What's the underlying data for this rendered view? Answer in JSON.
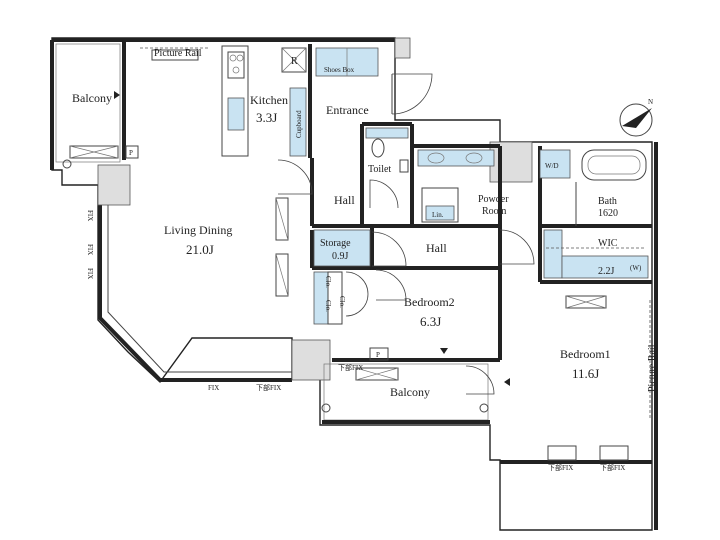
{
  "compass_label": "N",
  "rooms": {
    "balcony_left": "Balcony",
    "picture_rail_top": "Picture Rail",
    "kitchen": {
      "name": "Kitchen",
      "area": "3.3J"
    },
    "cupboard": "Cupboard",
    "shoes_box": "Shoes Box",
    "entrance": "Entrance",
    "toilet": "Toilet",
    "hall_upper": "Hall",
    "living_dining": {
      "name": "Living Dining",
      "area": "21.0J"
    },
    "storage": {
      "name": "Storage",
      "area": "0.9J"
    },
    "hall_lower": "Hall",
    "linen": "Lin.",
    "powder_room_1": "Powder",
    "powder_room_2": "Room",
    "wd": "W/D",
    "bath": {
      "name": "Bath",
      "size": "1620"
    },
    "wic": {
      "name": "WIC",
      "area": "2.2J",
      "mark": "(W)"
    },
    "closet_1": "Clo.",
    "closet_2": "Clo.",
    "closet_3": "Clo.",
    "bedroom2": {
      "name": "Bedroom2",
      "area": "6.3J"
    },
    "bedroom1": {
      "name": "Bedroom1",
      "area": "11.6J"
    },
    "picture_rail_right": "Picture Rail",
    "balcony_bottom": "Balcony"
  },
  "marks": {
    "p1": "P",
    "p2": "P",
    "r": "R",
    "fix_1": "FIX",
    "fix_2": "FIX",
    "fix_3": "FIX",
    "fix_4": "FIX",
    "kabefix_1": "下部FIX",
    "kabefix_2": "下部FIX",
    "kabefix_3": "下部FIX",
    "kabefix_4": "下部FIX"
  }
}
